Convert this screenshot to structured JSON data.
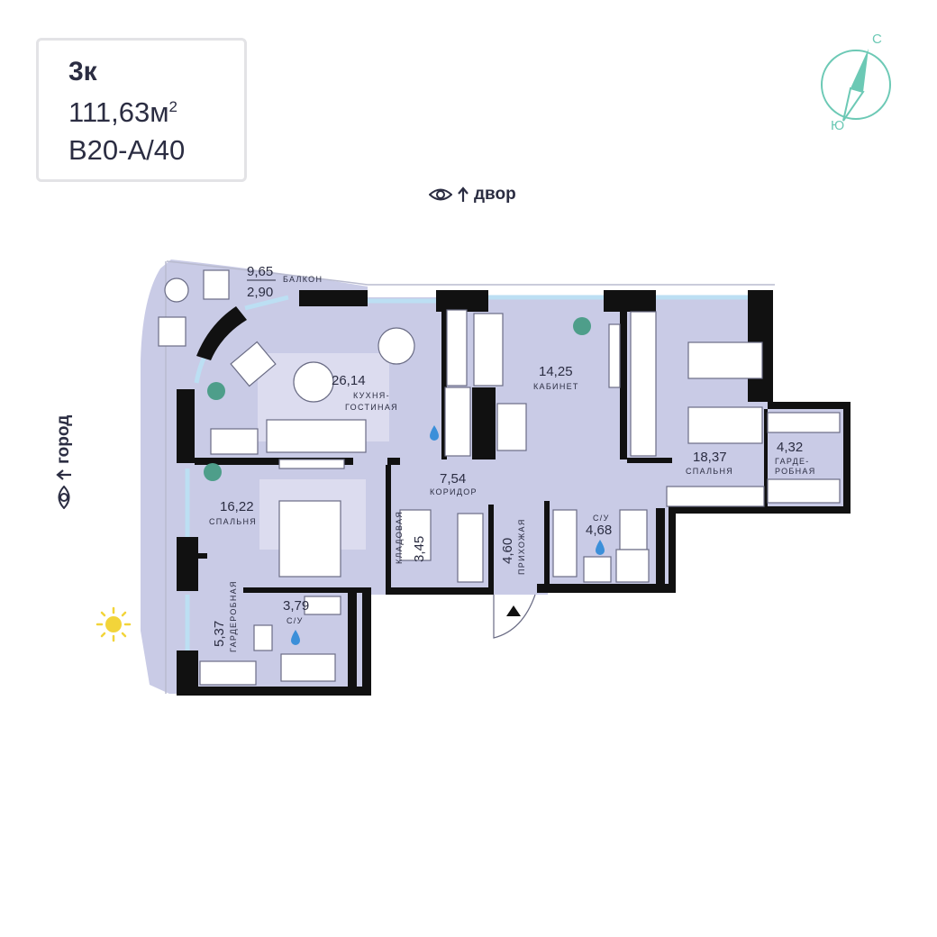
{
  "apartment": {
    "rooms_label": "3к",
    "area_value": "111,63м",
    "area_sup": "2",
    "code": "В20-А/40"
  },
  "compass": {
    "north_label": "С",
    "south_label": "Ю"
  },
  "views": {
    "top_label": "двор",
    "left_label": "город"
  },
  "rooms": {
    "balcony": {
      "area_top": "9,65",
      "area_bottom": "2,90",
      "label": "БАЛКОН"
    },
    "kitchen_living": {
      "area": "26,14",
      "label_line1": "КУХНЯ-",
      "label_line2": "ГОСТИНАЯ"
    },
    "study": {
      "area": "14,25",
      "label": "КАБИНЕТ"
    },
    "bedroom_right": {
      "area": "18,37",
      "label": "СПАЛЬНЯ"
    },
    "wardrobe_right": {
      "area": "4,32",
      "label_line1": "ГАРДЕ-",
      "label_line2": "РОБНАЯ"
    },
    "corridor": {
      "area": "7,54",
      "label": "КОРИДОР"
    },
    "bedroom_left": {
      "area": "16,22",
      "label": "СПАЛЬНЯ"
    },
    "pantry": {
      "area": "3,45",
      "label": "КЛАДОВАЯ"
    },
    "hallway": {
      "area": "4,60",
      "label": "ПРИХОЖАЯ"
    },
    "bath_right": {
      "area": "4,68",
      "label": "С/У"
    },
    "bath_left": {
      "area": "3,79",
      "label": "С/У"
    },
    "wardrobe_left": {
      "area": "5,37",
      "label": "ГАРДЕРОБНАЯ"
    }
  },
  "colors": {
    "room_fill": "#c9cbe6",
    "highlight_fill": "#dcdcef",
    "wall": "#111111",
    "window": "#bcdff3",
    "compass": "#6cc9b5",
    "sun": "#f2d43a",
    "plant": "#4e9e8a",
    "text": "#2b2d42"
  }
}
